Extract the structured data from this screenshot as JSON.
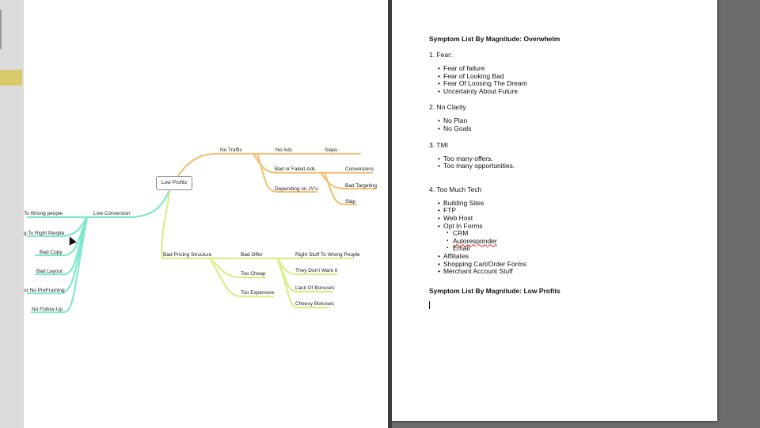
{
  "mindmap": {
    "root": "Low Profits",
    "nodes": {
      "no_traffic": "No Traffic",
      "no_ads": "No Ads",
      "slaps": "Slaps",
      "bad_failed_ads": "Bad or Failed Ads",
      "conversions": "Conversions",
      "bad_targeting": "Bad Targeting",
      "slap": "Slap",
      "depending_jvs": "Depending on JV's",
      "low_conversion": "Low Conversion",
      "to_wrong_people": "To Wrong people",
      "to_right_people": "g To Right People",
      "bad_copy": "Bad Copy",
      "bad_layout": "Bad Layout",
      "no_preframing": "or No PreFraming",
      "no_follow_up": "No Follow Up",
      "bad_pricing": "Bad Pricing Structure",
      "bad_offer": "Bad Offer",
      "right_stuff_wrong": "Right Stuff To Wrong People",
      "too_cheap": "Too Cheap",
      "they_dont_want": "They Don't Want It",
      "lack_bonuses": "Lack Of Bonuses",
      "too_expensive": "Too Expensive",
      "cheesy_bonuses": "Cheesy Bonuses"
    },
    "colors": {
      "traffic": "#f0c27a",
      "conversion": "#7fe8cf",
      "pricing": "#d8ee8a"
    }
  },
  "document": {
    "heading1": "Symptom List By Magnitude: Overwhelm",
    "section1_title": "1. Fear:",
    "section1_items": [
      "Fear of failure",
      "Fear of Looking Bad",
      "Fear Of Loosing The Dream",
      "Uncertainty About Future"
    ],
    "section2_title": "2.  No Clarity",
    "section2_items": [
      "No Plan",
      "No Goals"
    ],
    "section3_title": "3. TMI",
    "section3_items": [
      "Too many offers.",
      "Too many opportunities."
    ],
    "section4_title": "4. Too Much Tech",
    "section4_items": [
      "Building Sites",
      "FTP",
      "Web Host",
      "Opt In Forms"
    ],
    "section4_sub": [
      "CRM",
      "Autoresponder",
      "Email"
    ],
    "section4_items_b": [
      "Affiliates",
      "Shopping Cart/Order Forms",
      "Merchant Account Stuff"
    ],
    "heading2": "Symptom List By Magnitude: Low Profits"
  }
}
